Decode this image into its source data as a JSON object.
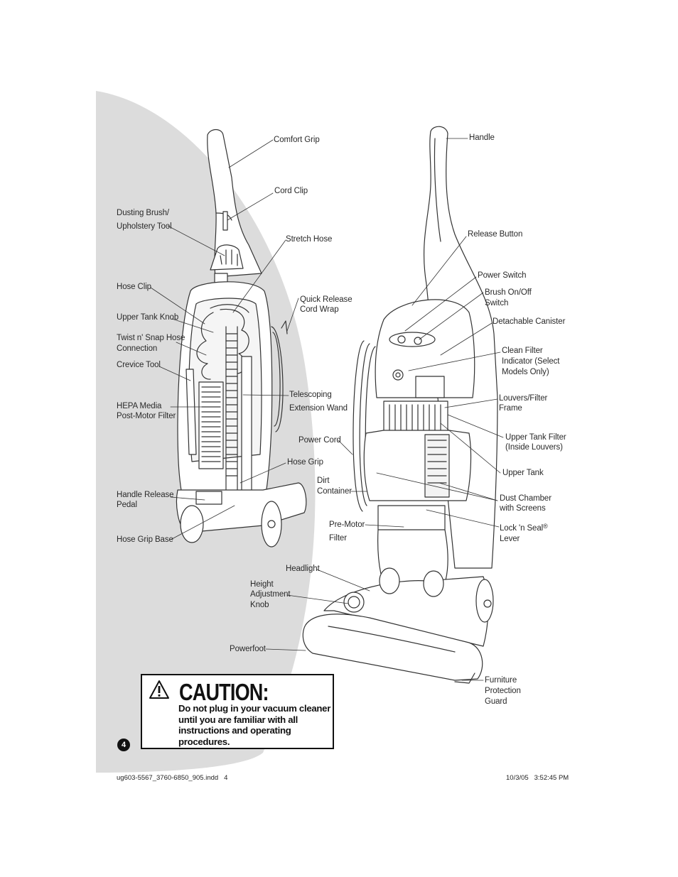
{
  "labels_left": {
    "comfort_grip": "Comfort Grip",
    "cord_clip": "Cord Clip",
    "dusting_brush_1": "Dusting Brush/",
    "dusting_brush_2": "Upholstery Tool",
    "stretch_hose": "Stretch Hose",
    "hose_clip": "Hose Clip",
    "quick_release_1": "Quick Release",
    "quick_release_2": "Cord Wrap",
    "upper_tank_knob": "Upper Tank Knob",
    "twist_snap_1": "Twist n' Snap Hose",
    "twist_snap_2": "Connection",
    "crevice_tool": "Crevice Tool",
    "telescoping_1": "Telescoping",
    "telescoping_2": "Extension Wand",
    "hepa_1": "HEPA Media",
    "hepa_2": "Post-Motor Filter",
    "power_cord": "Power Cord",
    "hose_grip": "Hose Grip",
    "handle_release_1": "Handle Release",
    "handle_release_2": "Pedal",
    "hose_grip_base": "Hose Grip Base"
  },
  "labels_right": {
    "handle": "Handle",
    "release_button": "Release Button",
    "power_switch": "Power Switch",
    "brush_switch_1": "Brush On/Off",
    "brush_switch_2": "Switch",
    "detachable_canister": "Detachable Canister",
    "clean_filter_1": "Clean Filter",
    "clean_filter_2": "Indicator (Select",
    "clean_filter_3": "Models Only)",
    "louvers_1": "Louvers/Filter",
    "louvers_2": "Frame",
    "upper_tank_filter_1": "Upper Tank Filter",
    "upper_tank_filter_2": "(Inside Louvers)",
    "upper_tank": "Upper Tank",
    "dust_chamber_1": "Dust Chamber",
    "dust_chamber_2": "with Screens",
    "lock_seal_1": "Lock 'n Seal",
    "lock_seal_reg": "®",
    "lock_seal_2": "Lever",
    "dirt_container_1": "Dirt",
    "dirt_container_2": "Container",
    "pre_motor_1": "Pre-Motor",
    "pre_motor_2": "Filter",
    "headlight": "Headlight",
    "height_1": "Height",
    "height_2": "Adjustment",
    "height_3": "Knob",
    "powerfoot": "Powerfoot",
    "furniture_1": "Furniture",
    "furniture_2": "Protection",
    "furniture_3": "Guard"
  },
  "caution": {
    "title": "CAUTION:",
    "text": "Do not plug in your vacuum cleaner until you are familiar with all instructions and operating procedures."
  },
  "page_number": "4",
  "footer": {
    "file": "ug603-5567_3760-6850_905.indd   4",
    "timestamp": "10/3/05   3:52:45 PM"
  }
}
